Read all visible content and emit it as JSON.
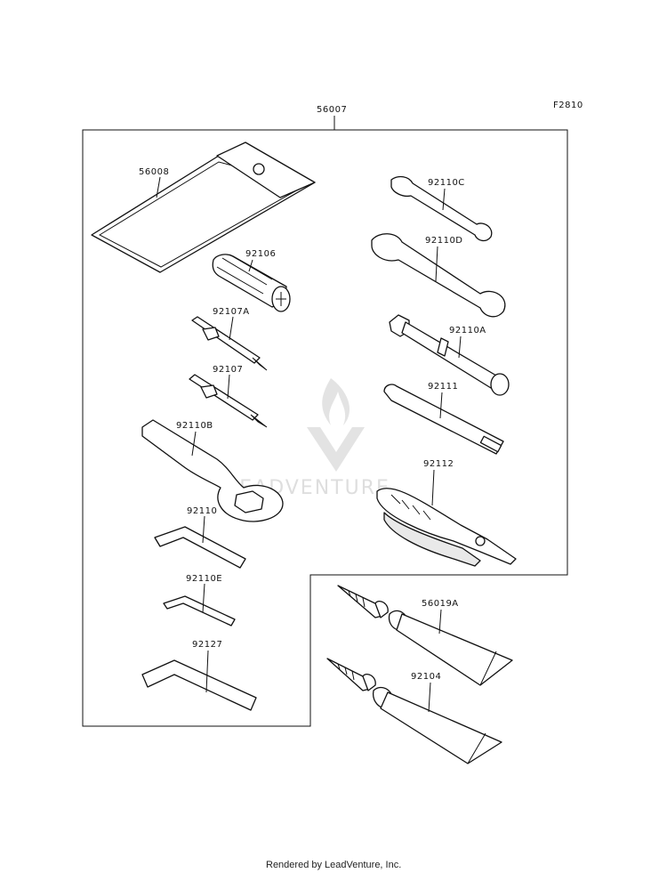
{
  "figure_code": "F2810",
  "kit_part": "56007",
  "parts": {
    "p56008": "56008",
    "p92106": "92106",
    "p92107A": "92107A",
    "p92107": "92107",
    "p92110B": "92110B",
    "p92110": "92110",
    "p92110E": "92110E",
    "p92127": "92127",
    "p92110C": "92110C",
    "p92110D": "92110D",
    "p92110A": "92110A",
    "p92111": "92111",
    "p92112": "92112",
    "p56019A": "56019A",
    "p92104": "92104"
  },
  "watermark": "LEADVENTURE",
  "footer": "Rendered by LeadVenture, Inc."
}
